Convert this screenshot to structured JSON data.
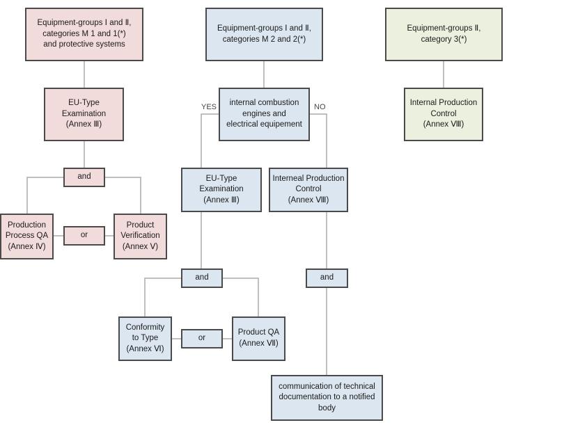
{
  "column1": {
    "header": "Equipment-groups Ⅰ and Ⅱ,\ncategories M 1 and 1(*)\nand protective systems",
    "eu_type": "EU-Type\nExamination\n(Annex Ⅲ)",
    "and": "and",
    "production_qa": "Production\nProcess QA\n(Annex Ⅳ)",
    "or": "or",
    "product_verification": "Product\nVerification\n(Annex Ⅴ)"
  },
  "column2": {
    "header": "Equipment-groups Ⅰ and Ⅱ,\ncategories M 2 and 2(*)",
    "decision": "internal combustion\nengines and\nelectrical equipement",
    "yes": "YES",
    "no": "NO",
    "eu_type": "EU-Type\nExamination\n(Annex Ⅲ)",
    "internal_production": "Interneal Production\nControl\n(Annex Ⅷ)",
    "and_left": "and",
    "and_right": "and",
    "conformity": "Conformity\nto Type\n(Annex Ⅵ)",
    "or": "or",
    "product_qa": "Product QA\n(Annex Ⅶ)",
    "communication": "communication of technical\ndocumentation to a notified\nbody"
  },
  "column3": {
    "header": "Equipment-groups Ⅱ,\ncategory 3(*)",
    "internal_production": "Internal Production\nControl\n(Annex Ⅷ)"
  },
  "colors": {
    "pink": "#f2dcdb",
    "blue": "#dce6f1",
    "green": "#ebf1de",
    "line": "#aaaaaa",
    "border": "#4a4a4a"
  }
}
